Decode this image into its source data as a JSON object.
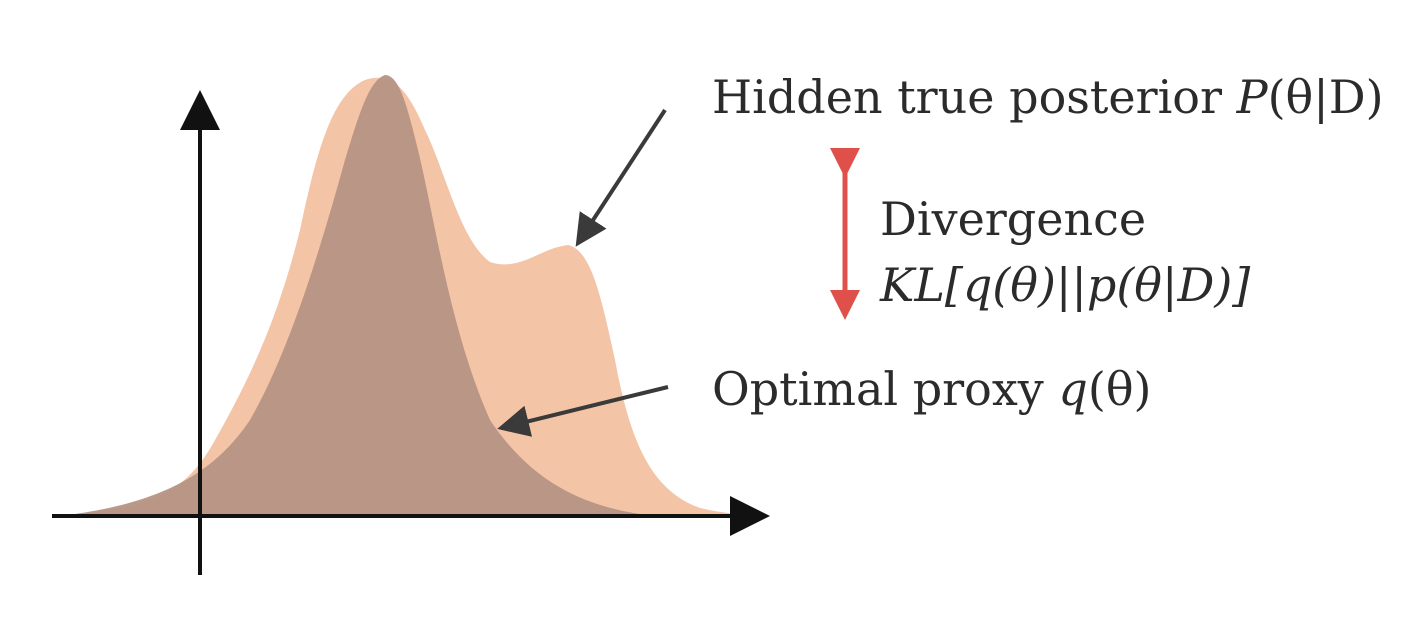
{
  "labels": {
    "true_posterior": {
      "text": "Hidden true posterior ",
      "math_fn": "P",
      "math_rest": "(θ|D)"
    },
    "divergence": {
      "text": "Divergence"
    },
    "kl": {
      "text": "KL[q(θ)||p(θ|D)]"
    },
    "proxy": {
      "text": "Optimal proxy ",
      "math_fn": "q",
      "math_rest": "(θ)"
    }
  },
  "colors": {
    "true_posterior_fill": "#f3c4a5",
    "proxy_fill": "#b59484",
    "axis": "#111111",
    "pointer_arrow": "#3a3a3a",
    "divergence_arrow": "#e0504a",
    "text": "#2b2b2b"
  }
}
